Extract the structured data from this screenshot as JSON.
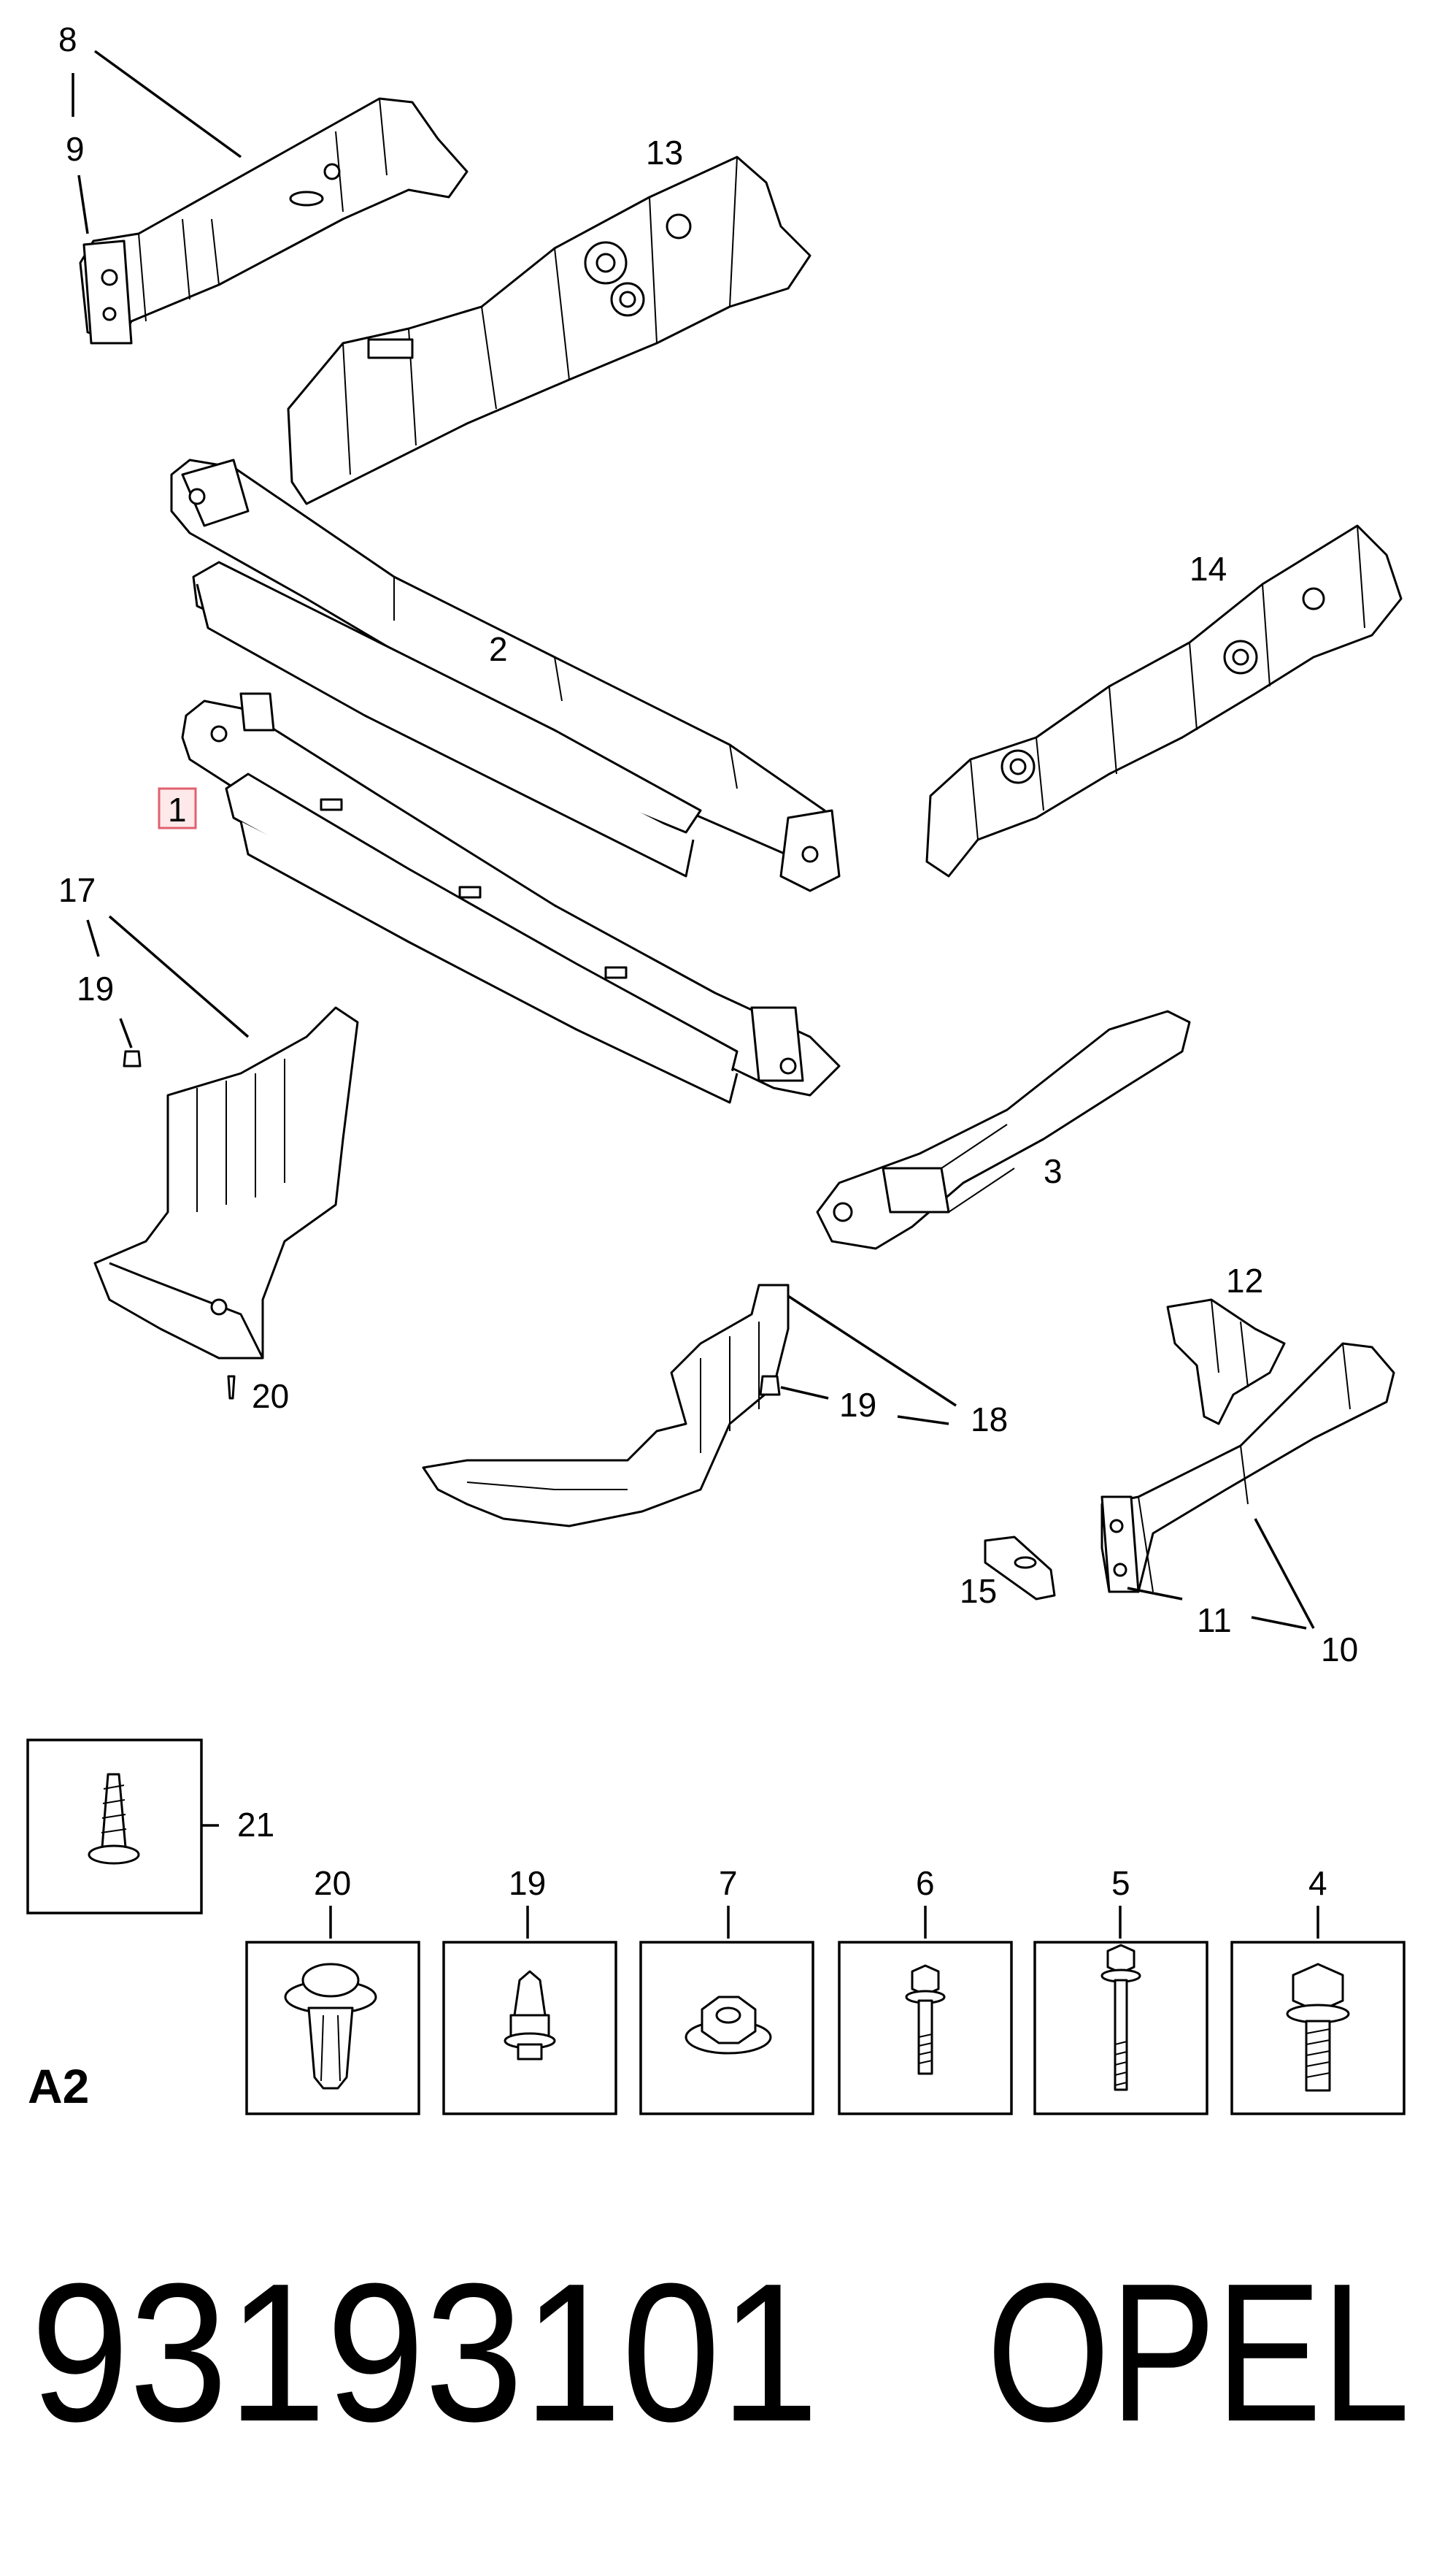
{
  "callouts": {
    "c8": "8",
    "c9": "9",
    "c13": "13",
    "c2": "2",
    "c14": "14",
    "c1": "1",
    "c17": "17",
    "c19a": "19",
    "c20a": "20",
    "c3": "3",
    "c12": "12",
    "c19b": "19",
    "c18": "18",
    "c15": "15",
    "c11": "11",
    "c10": "10",
    "c21": "21"
  },
  "fasteners": [
    {
      "label": "20",
      "icon": "push-clip-icon"
    },
    {
      "label": "19",
      "icon": "plastic-clip-icon"
    },
    {
      "label": "7",
      "icon": "flange-nut-icon"
    },
    {
      "label": "6",
      "icon": "flange-bolt-icon"
    },
    {
      "label": "5",
      "icon": "long-bolt-icon"
    },
    {
      "label": "4",
      "icon": "hex-bolt-icon"
    }
  ],
  "section_label": "A2",
  "footer": {
    "part_number": "93193101",
    "brand": "OPEL"
  },
  "highlight_color": "#e0606e"
}
